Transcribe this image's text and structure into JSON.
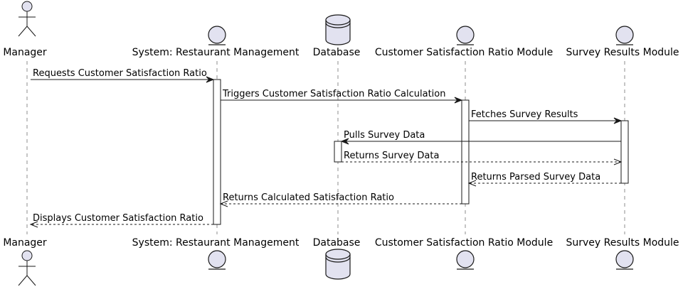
{
  "participants": [
    {
      "id": "manager",
      "label": "Manager",
      "shape": "actor"
    },
    {
      "id": "system",
      "label": "System: Restaurant Management",
      "shape": "entity"
    },
    {
      "id": "database",
      "label": "Database",
      "shape": "database"
    },
    {
      "id": "csr",
      "label": "Customer Satisfaction Ratio Module",
      "shape": "entity"
    },
    {
      "id": "survey",
      "label": "Survey Results Module",
      "shape": "entity"
    }
  ],
  "messages": [
    {
      "from": "manager",
      "to": "system",
      "label": "Requests Customer Satisfaction Ratio",
      "style": "solid"
    },
    {
      "from": "system",
      "to": "csr",
      "label": "Triggers Customer Satisfaction Ratio Calculation",
      "style": "solid"
    },
    {
      "from": "csr",
      "to": "survey",
      "label": "Fetches Survey Results",
      "style": "solid"
    },
    {
      "from": "survey",
      "to": "database",
      "label": "Pulls Survey Data",
      "style": "solid"
    },
    {
      "from": "database",
      "to": "survey",
      "label": "Returns Survey Data",
      "style": "dashed"
    },
    {
      "from": "survey",
      "to": "csr",
      "label": "Returns Parsed Survey Data",
      "style": "dashed"
    },
    {
      "from": "csr",
      "to": "system",
      "label": "Returns Calculated Satisfaction Ratio",
      "style": "dashed"
    },
    {
      "from": "system",
      "to": "manager",
      "label": "Displays Customer Satisfaction Ratio",
      "style": "dashed"
    }
  ],
  "colors": {
    "participant_fill": "#e2e2f0",
    "participant_stroke": "#181818",
    "lifeline": "#8c8c8c",
    "activation_fill": "#ffffff",
    "arrow": "#181818"
  }
}
